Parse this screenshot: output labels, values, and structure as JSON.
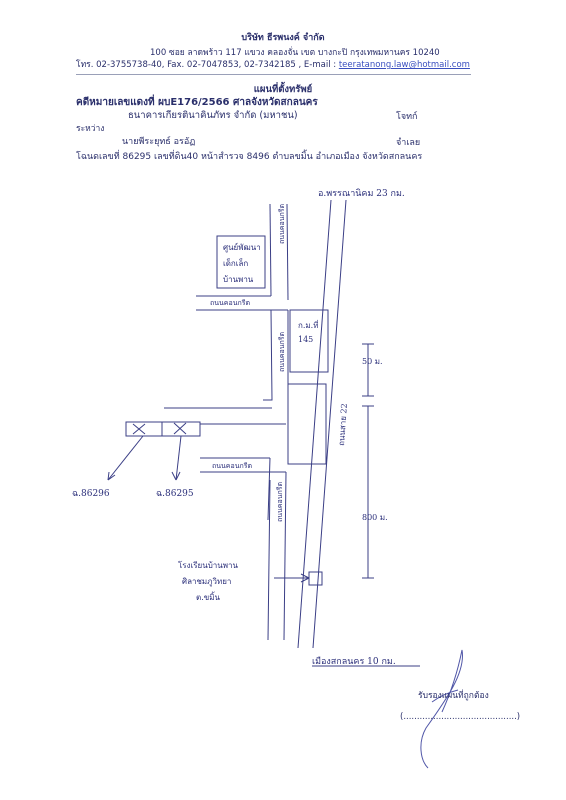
{
  "header": {
    "company": "บริษัท ธีรพนงค์ จำกัด",
    "address_line1": "100 ซอย ลาดพร้าว 117 แขวง คลองจั่น เขต บางกะปิ กรุงเทพมหานคร 10240",
    "contact_line": "โทร. 02-3755738-40, Fax. 02-7047853, 02-7342185 , E-mail : ",
    "email": "teeratanong.law@hotmail.com"
  },
  "document": {
    "map_title": "แผนที่ตั้งทรัพย์",
    "case_line": "คดีหมายเลขแดงที่ ผบE176/2566 ศาลจังหวัดสกลนคร",
    "plaintiff": "ธนาคารเกียรตินาคินภัทร จำกัด (มหาชน)",
    "plaintiff_role": "โจทก์",
    "between": "ระหว่าง",
    "defendant": "นายพีระยุทธ์ อรอัฏ",
    "defendant_role": "จำเลย",
    "deed_line": "โฉนดเลขที่ 86295 เลขที่ดิน40 หน้าสำรวจ 8496 ตำบลขมิ้น อำเภอเมือง จังหวัดสกลนคร"
  },
  "map": {
    "to_top": "อ.พรรณานิคม 23 กม.",
    "to_bottom": "เมืองสกลนคร 10 กม.",
    "landmark_1": [
      "ศูนย์พัฒนา",
      "เด็กเล็ก",
      "บ้านพาน"
    ],
    "landmark_2": [
      "ก.ม.ที่",
      "145"
    ],
    "landmark_3": [
      "โรงเรียนบ้านพาน",
      "ศิลาชมภูวิทยา",
      "ต.ขมิ้น"
    ],
    "road_main": "ถนนสาย 22",
    "road_concrete": "ถนนคอนกรีต",
    "dist_upper": "50 ม.",
    "dist_lower": "800 ม.",
    "plot_left": "ฉ.86296",
    "plot_right": "ฉ.86295"
  },
  "footer": {
    "certify": "รับรองแผนที่ถูกต้อง",
    "signature_line": "(..........................................)"
  }
}
